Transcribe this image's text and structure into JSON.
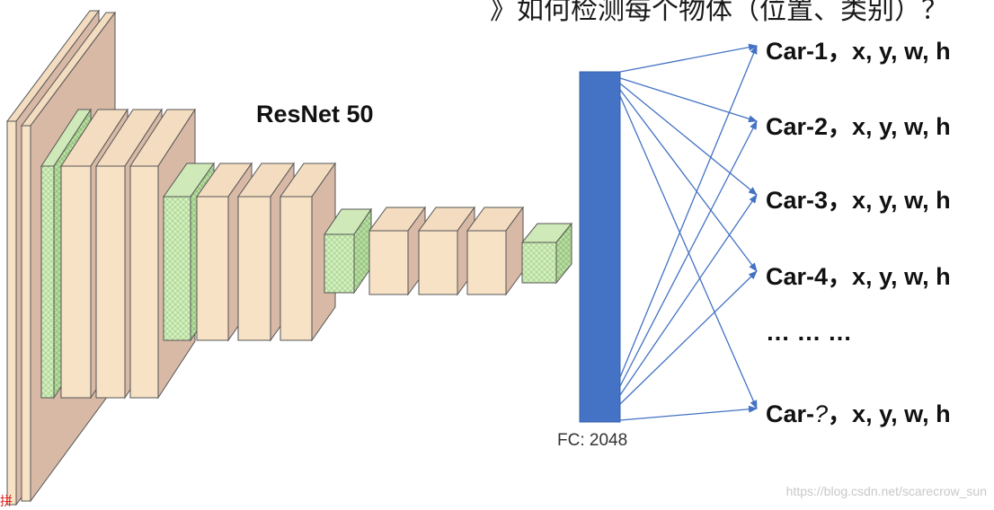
{
  "top_text": "》如何检测每个物体（位置、类别）？",
  "title": "ResNet 50",
  "fc_label": "FC: 2048",
  "outputs": [
    {
      "prefix": "Car-1",
      "coords": "，x, y, w, h"
    },
    {
      "prefix": "Car-2",
      "coords": "，x, y, w, h"
    },
    {
      "prefix": "Car-3",
      "coords": "，x, y, w, h"
    },
    {
      "prefix": "Car-4",
      "coords": "，x, y, w, h"
    }
  ],
  "last_output": {
    "prefix": "Car-",
    "unknown": "?",
    "coords": "，x, y, w, h"
  },
  "ellipsis": "… … …",
  "watermark": "https://blog.csdn.net/scarecrow_sun",
  "corner_mark": "拼",
  "colors": {
    "block_face": "#f7e2c6",
    "block_side": "#d9bba8",
    "green_face": "#cdebb6",
    "fc_bar": "#4472c4",
    "arrow": "#4472c4"
  }
}
